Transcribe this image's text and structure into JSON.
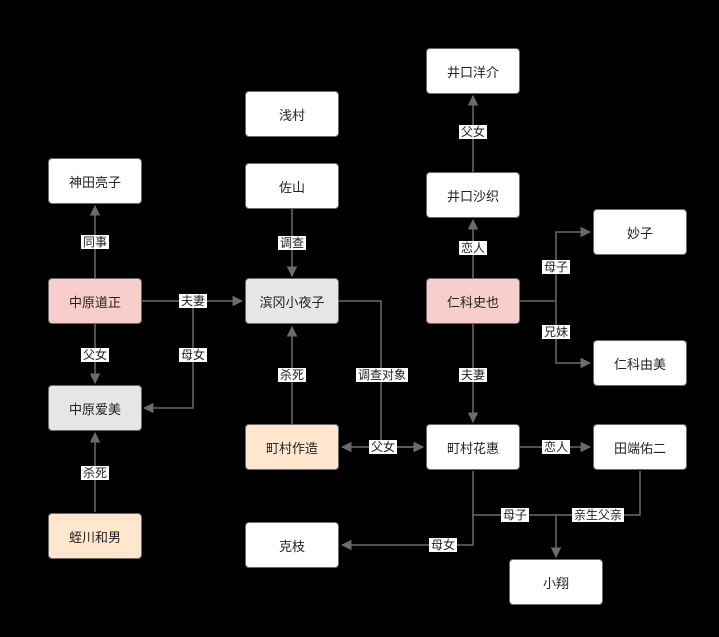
{
  "nodes": {
    "kanda": "神田亮子",
    "nakahara_michimasa": "中原道正",
    "nakahara_ami": "中原爱美",
    "hirukawa": "蛭川和男",
    "asamura": "浅村",
    "sayama": "佐山",
    "hamaoka": "滨冈小夜子",
    "machimura_sakuzo": "町村作造",
    "kokoro": "克枝",
    "iguchi_yosuke": "井口洋介",
    "iguchi_saori": "井口沙织",
    "nishina_fumiya": "仁科史也",
    "myoko": "妙子",
    "nishina_yumi": "仁科由美",
    "machimura_hanae": "町村花惠",
    "tabata": "田端佑二",
    "shosho": "小翔"
  },
  "edges": {
    "colleague": "同事",
    "father_daughter_1": "父女",
    "husband_wife_1": "夫妻",
    "mother_daughter_1": "母女",
    "killed_1": "杀死",
    "investigate": "调查",
    "killed_2": "杀死",
    "investigation_target": "调查对象",
    "father_daughter_2": "父女",
    "father_daughter_3": "父女",
    "lovers_1": "恋人",
    "mother_son_1": "母子",
    "siblings": "兄妹",
    "husband_wife_2": "夫妻",
    "lovers_2": "恋人",
    "mother_son_2": "母子",
    "biological_father": "亲生父亲",
    "mother_daughter_2": "母女"
  }
}
